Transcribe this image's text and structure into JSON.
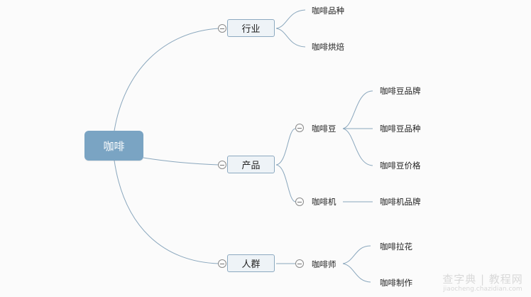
{
  "mindmap": {
    "root": {
      "label": "咖啡"
    },
    "branches": [
      {
        "label": "行业",
        "children": [
          {
            "label": "咖啡品种"
          },
          {
            "label": "咖啡烘焙"
          }
        ]
      },
      {
        "label": "产品",
        "children": [
          {
            "label": "咖啡豆",
            "children": [
              {
                "label": "咖啡豆品牌"
              },
              {
                "label": "咖啡豆品种"
              },
              {
                "label": "咖啡豆价格"
              }
            ]
          },
          {
            "label": "咖啡机",
            "children": [
              {
                "label": "咖啡机品牌"
              }
            ]
          }
        ]
      },
      {
        "label": "人群",
        "children": [
          {
            "label": "咖啡师",
            "children": [
              {
                "label": "咖啡拉花"
              },
              {
                "label": "咖啡制作"
              }
            ]
          }
        ]
      }
    ]
  },
  "colors": {
    "root_fill": "#7aa4c3",
    "node_fill": "#eef3f7",
    "node_border": "#8ca9c0",
    "connector": "#8aa7bd",
    "background": "#fbfbfb"
  },
  "watermark": {
    "title": "查字典 | 教程网",
    "url": "jiaocheng.chazidian.com"
  }
}
